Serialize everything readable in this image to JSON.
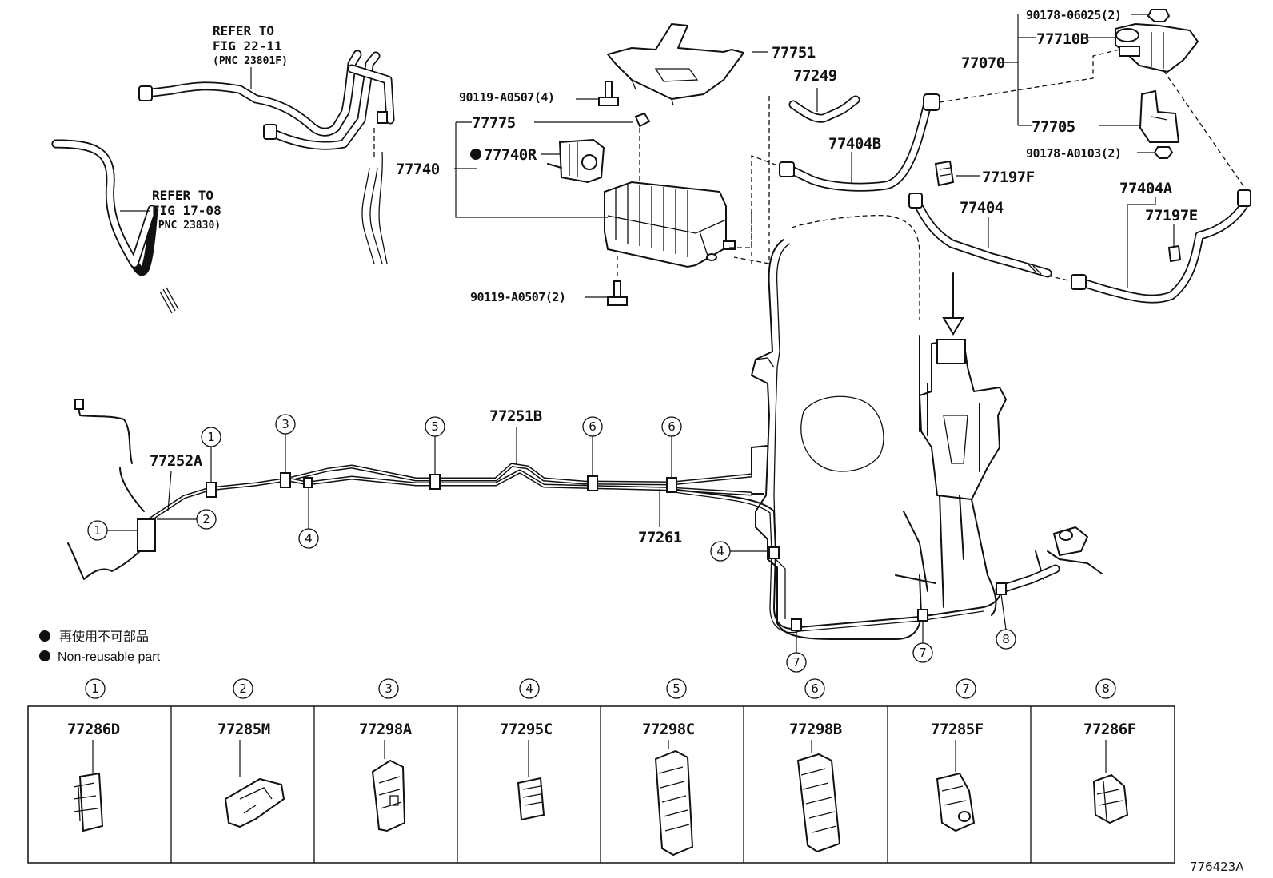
{
  "ref_notes": {
    "upper": {
      "line1": "REFER TO",
      "line2": "FIG 22-11",
      "line3": "(PNC 23801F)"
    },
    "lower": {
      "line1": "REFER TO",
      "line2": "FIG 17-08",
      "line3": "(PNC 23830)"
    }
  },
  "part_labels": {
    "p77751": "77751",
    "p77249": "77249",
    "p90119_a0507_4": "90119-A0507(4)",
    "p77775": "77775",
    "p77740": "77740",
    "p77740R": "77740R",
    "p90119_a0507_2": "90119-A0507(2)",
    "p90178_06025_2": "90178-06025(2)",
    "p77710B": "77710B",
    "p77070": "77070",
    "p77705": "77705",
    "p90178_a0103_2": "90178-A0103(2)",
    "p77404B": "77404B",
    "p77197F": "77197F",
    "p77404": "77404",
    "p77404A": "77404A",
    "p77197E": "77197E",
    "p77251B": "77251B",
    "p77252A": "77252A",
    "p77261": "77261"
  },
  "callout_numbers": [
    "1",
    "2",
    "3",
    "4",
    "5",
    "6",
    "7",
    "8"
  ],
  "legend": {
    "jp": "再使用不可部品",
    "en": "Non-reusable part"
  },
  "clip_table": [
    {
      "index": "1",
      "part": "77286D"
    },
    {
      "index": "2",
      "part": "77285M"
    },
    {
      "index": "3",
      "part": "77298A"
    },
    {
      "index": "4",
      "part": "77295C"
    },
    {
      "index": "5",
      "part": "77298C"
    },
    {
      "index": "6",
      "part": "77298B"
    },
    {
      "index": "7",
      "part": "77285F"
    },
    {
      "index": "8",
      "part": "77286F"
    }
  ],
  "figure_id": "776423A"
}
